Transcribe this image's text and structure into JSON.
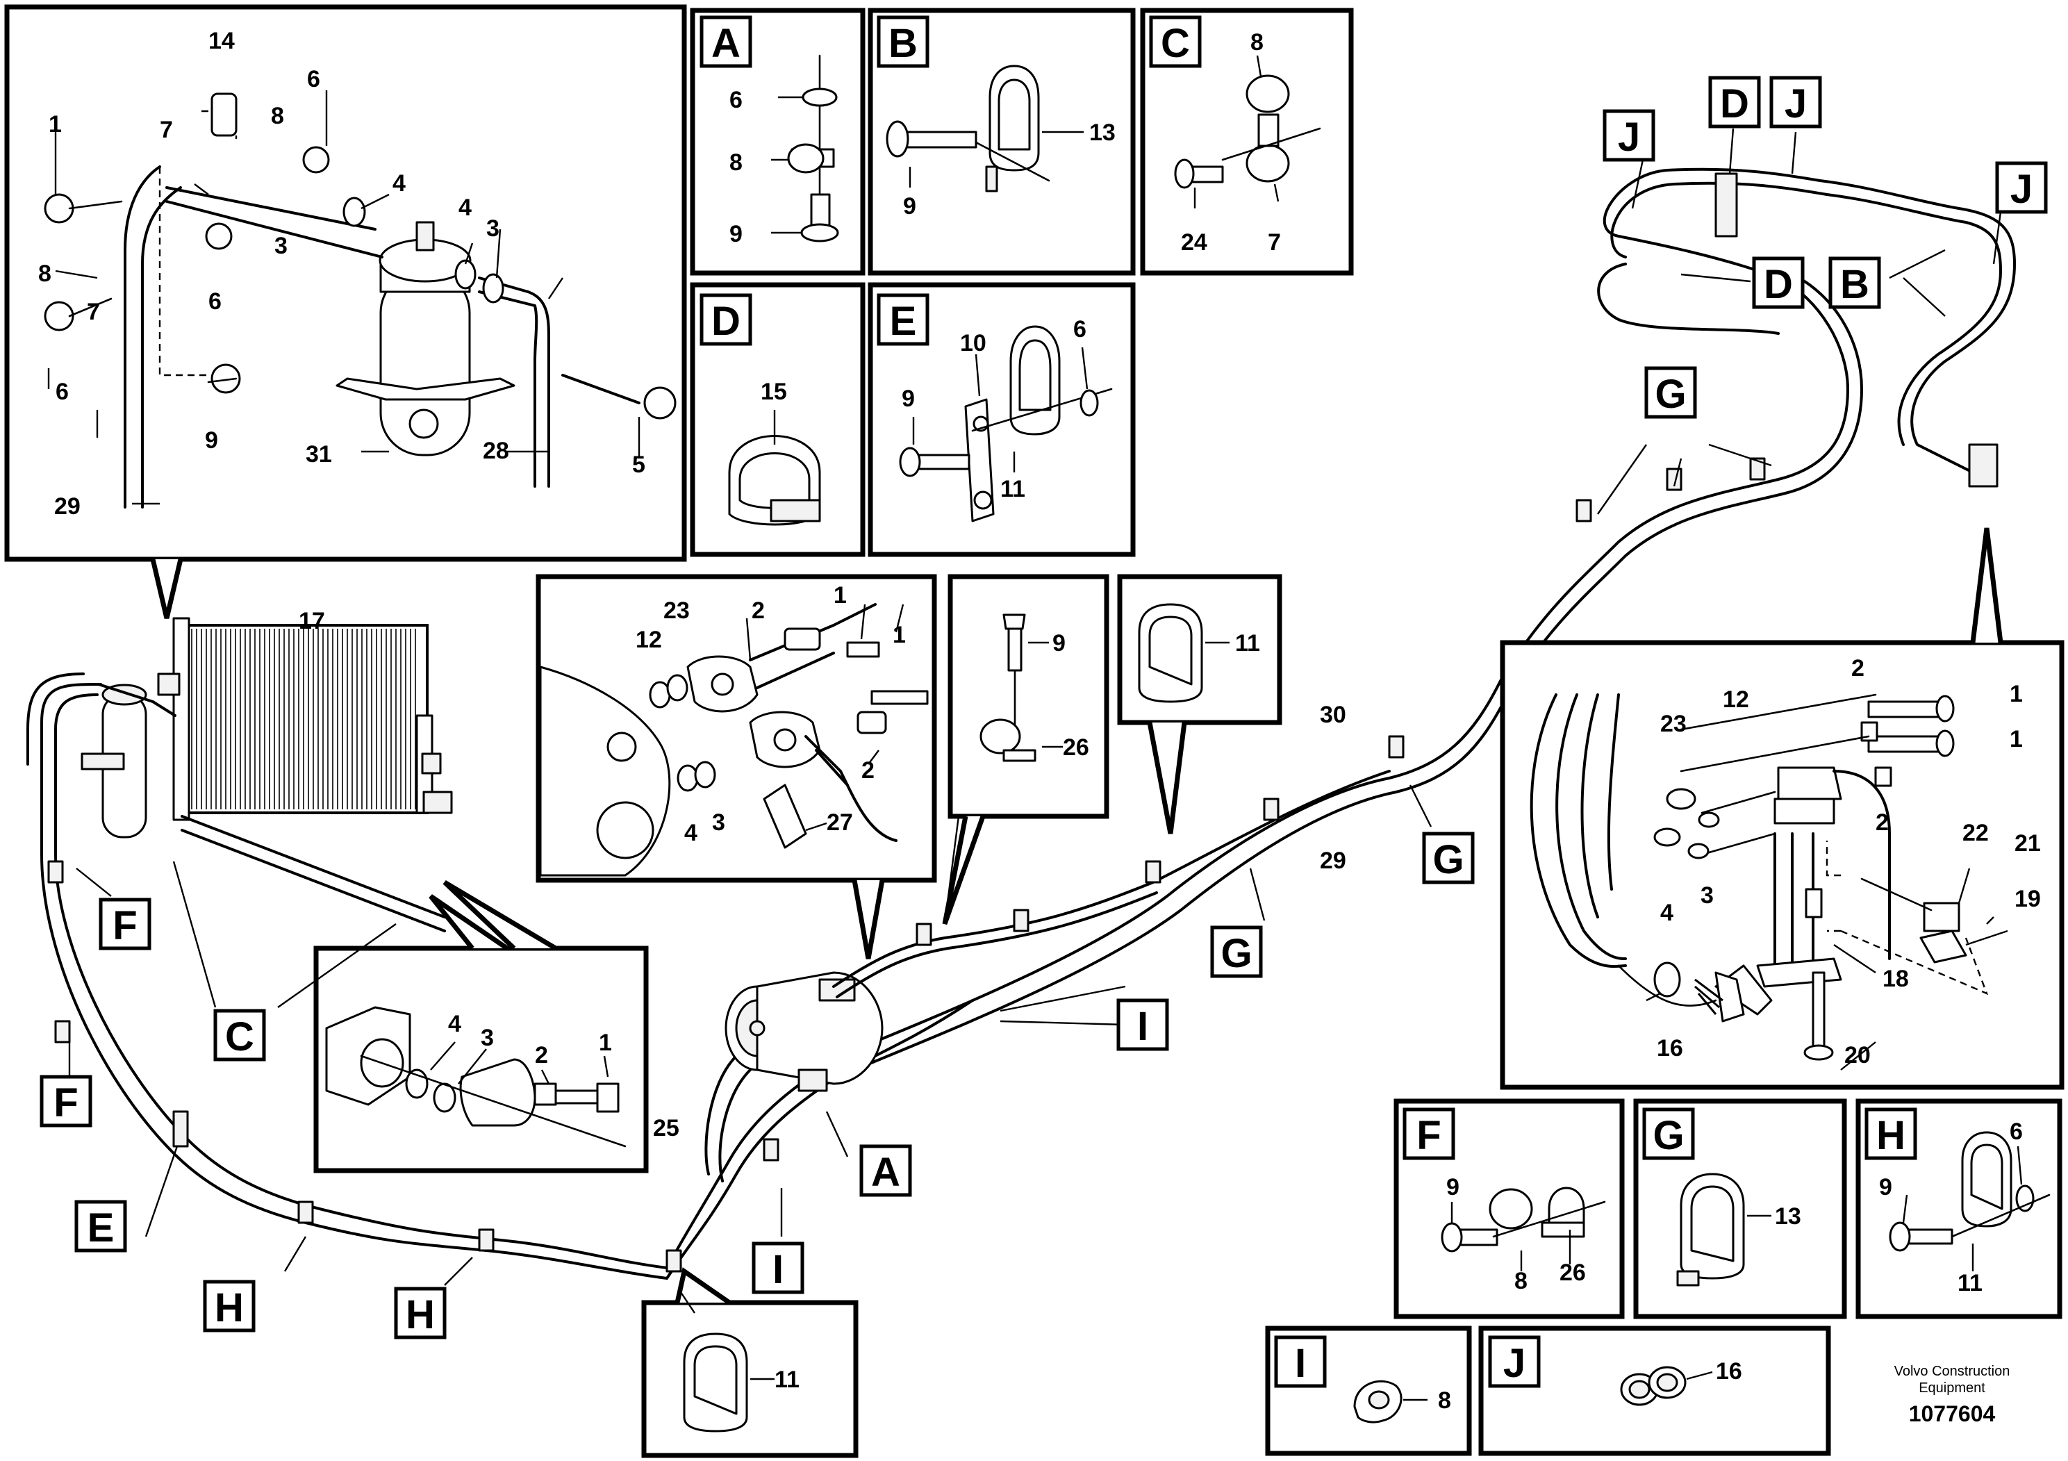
{
  "footer": {
    "brand_line1": "Volvo Construction",
    "brand_line2": "Equipment",
    "figure_number": "1077604"
  },
  "insets": [
    {
      "letter": "A",
      "parts": [
        "6",
        "8",
        "9"
      ]
    },
    {
      "letter": "B",
      "parts": [
        "13",
        "9"
      ]
    },
    {
      "letter": "C",
      "parts": [
        "8",
        "24",
        "7"
      ]
    },
    {
      "letter": "D",
      "parts": [
        "15"
      ]
    },
    {
      "letter": "E",
      "parts": [
        "10",
        "6",
        "9",
        "11"
      ]
    },
    {
      "letter": "F",
      "parts": [
        "9",
        "8",
        "26"
      ]
    },
    {
      "letter": "G",
      "parts": [
        "13"
      ]
    },
    {
      "letter": "H",
      "parts": [
        "6",
        "9",
        "11"
      ]
    },
    {
      "letter": "I",
      "parts": [
        "8"
      ]
    },
    {
      "letter": "J",
      "parts": [
        "16"
      ]
    }
  ],
  "detail_views": [
    {
      "id": "receiver-drier",
      "parts": [
        "14",
        "6",
        "1",
        "7",
        "8",
        "4",
        "4",
        "3",
        "8",
        "3",
        "6",
        "7",
        "6",
        "9",
        "31",
        "28",
        "5",
        "29"
      ]
    },
    {
      "id": "compressor-ports",
      "parts": [
        "23",
        "2",
        "1",
        "12",
        "1",
        "2",
        "4",
        "3",
        "27"
      ]
    },
    {
      "id": "clamp-9-26",
      "parts": [
        "9",
        "26"
      ]
    },
    {
      "id": "clip-11-upper",
      "parts": [
        "11"
      ]
    },
    {
      "id": "condenser-port",
      "parts": [
        "4",
        "3",
        "2",
        "1"
      ]
    },
    {
      "id": "expansion-valve",
      "parts": [
        "2",
        "1",
        "1",
        "23",
        "12",
        "2",
        "22",
        "21",
        "19",
        "4",
        "3",
        "18",
        "16",
        "20"
      ]
    },
    {
      "id": "clip-11-lower",
      "parts": [
        "11"
      ]
    }
  ],
  "main_labels": {
    "condenser": "17",
    "suction_hose": "30",
    "pressure_hose": "29",
    "compressor_hose": "25"
  },
  "callouts": [
    "J",
    "D",
    "J",
    "J",
    "D",
    "B",
    "G",
    "G",
    "G",
    "I",
    "A",
    "I",
    "H",
    "H",
    "E",
    "F",
    "F",
    "C"
  ]
}
